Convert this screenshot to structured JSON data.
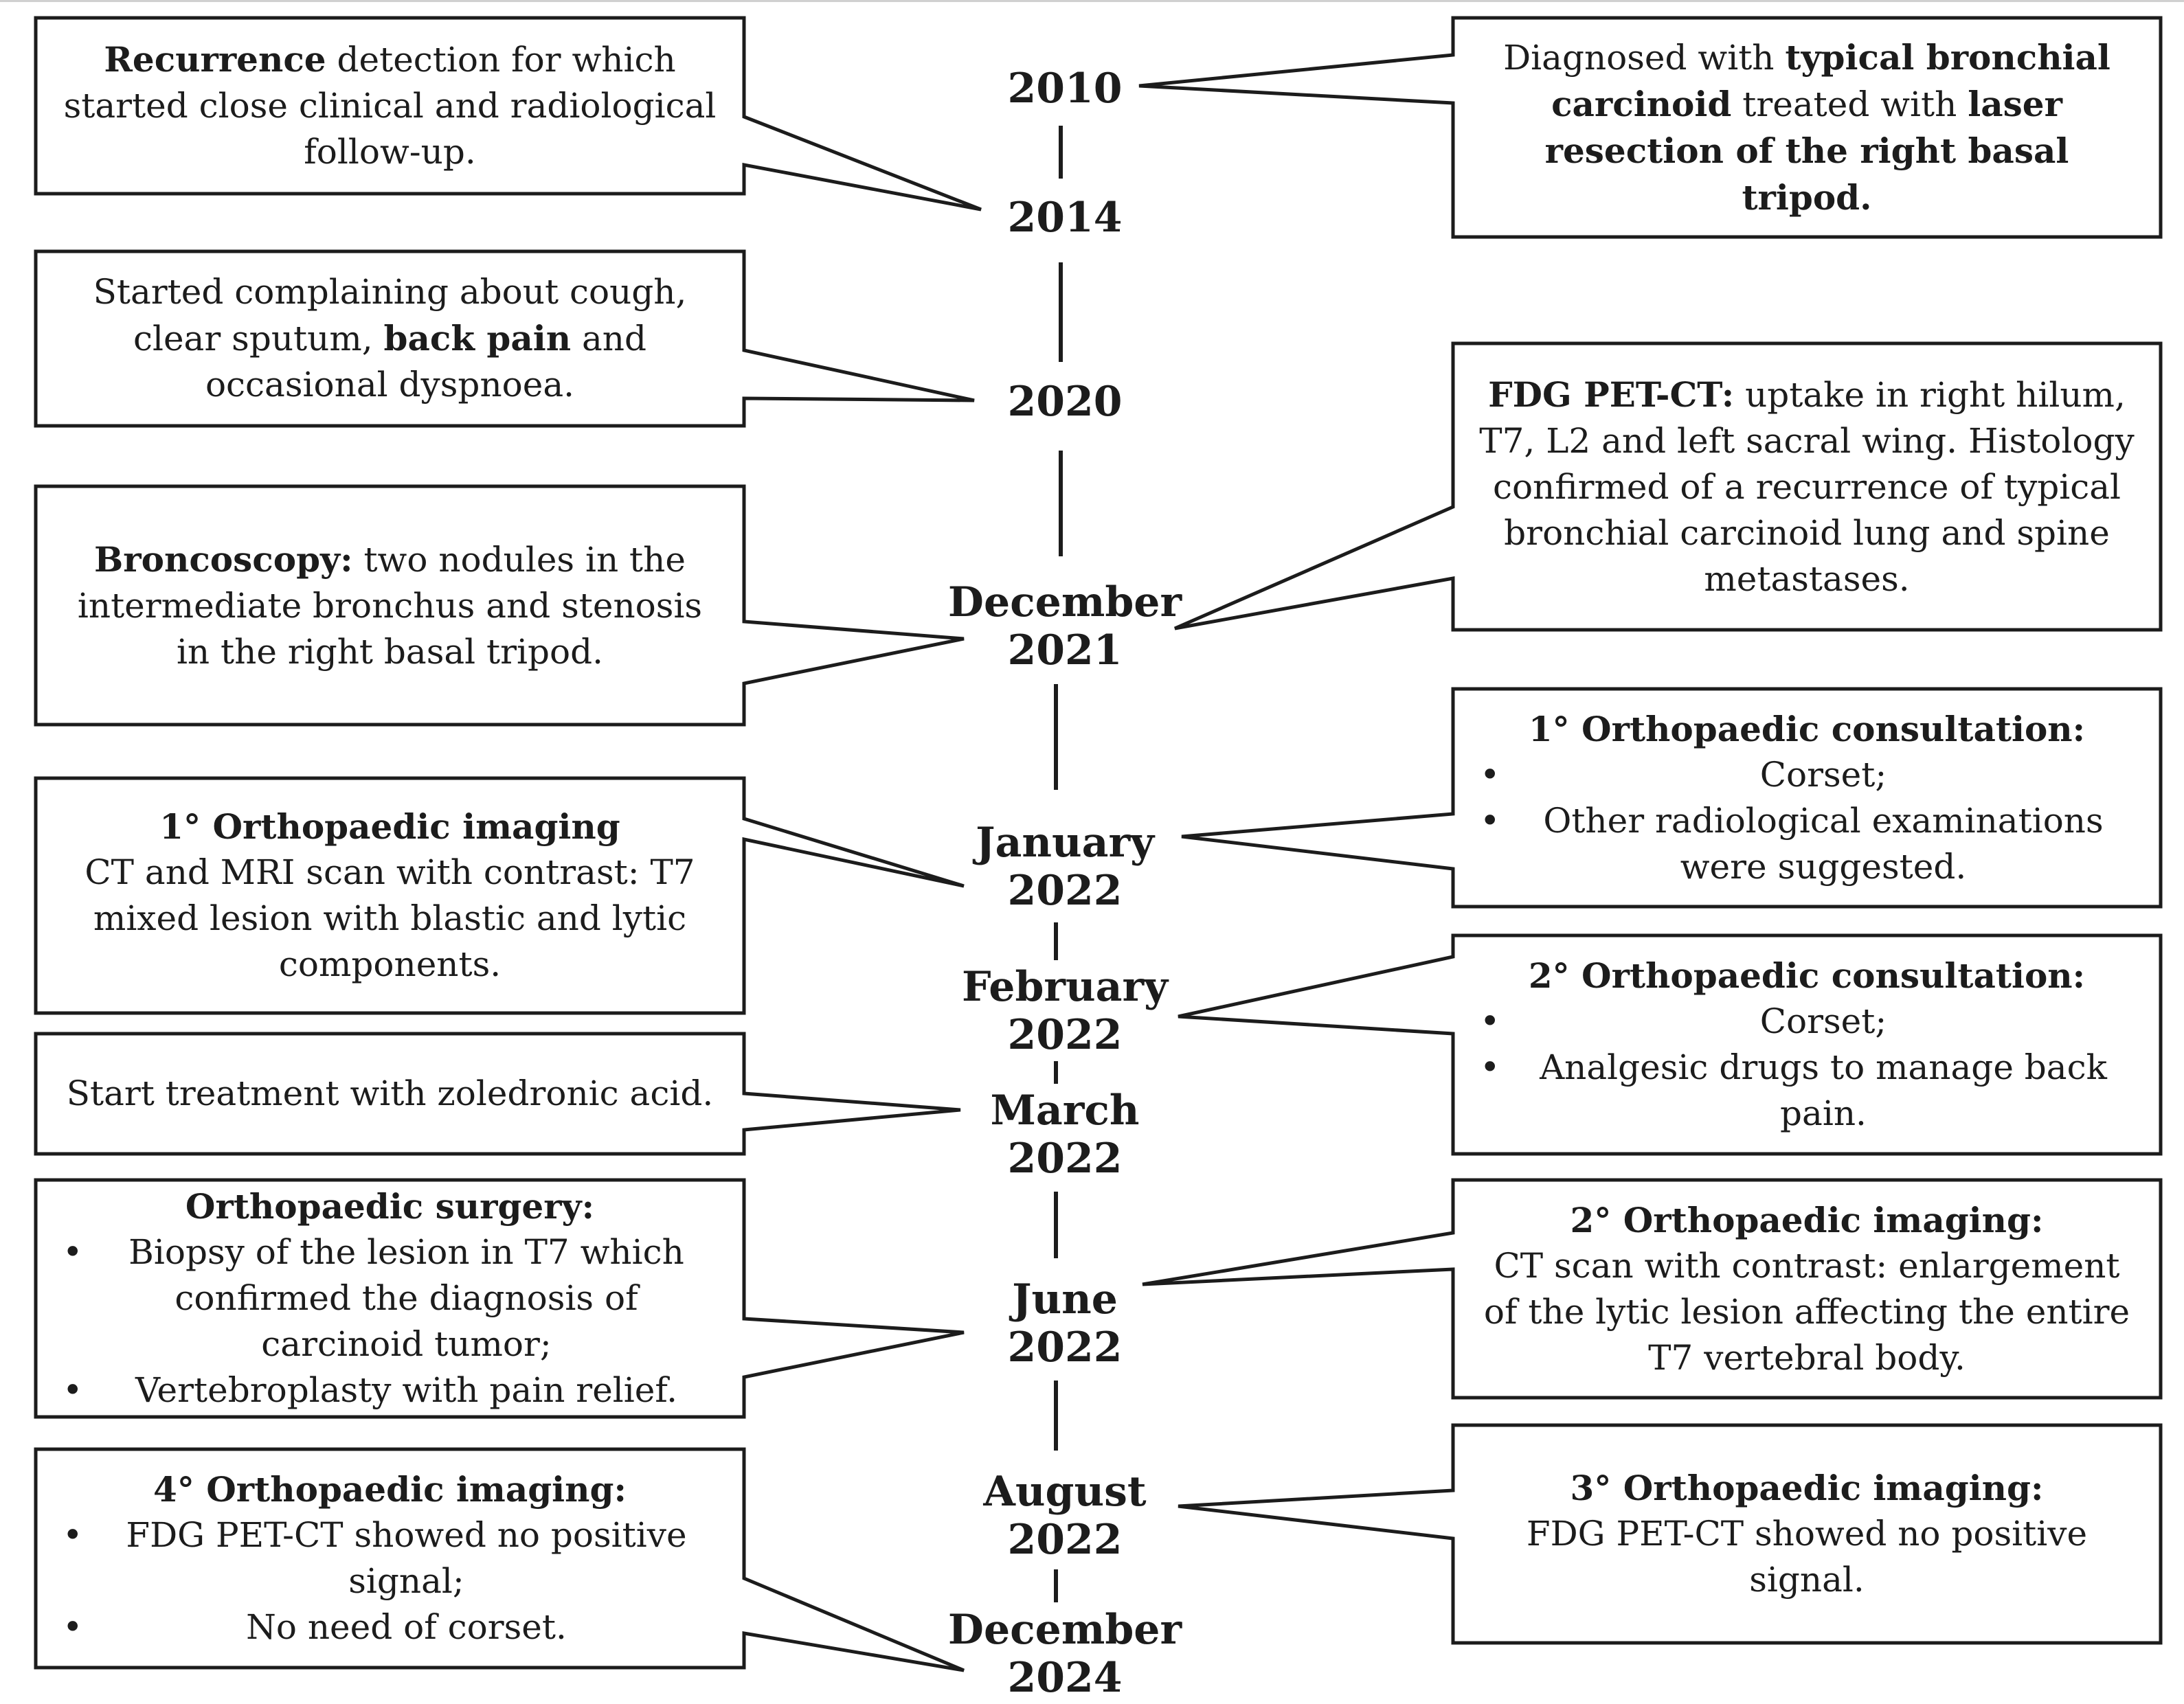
{
  "dates": [
    {
      "lines": [
        "2010"
      ]
    },
    {
      "lines": [
        "2014"
      ]
    },
    {
      "lines": [
        "2020"
      ]
    },
    {
      "lines": [
        "December",
        "2021"
      ]
    },
    {
      "lines": [
        "January",
        "2022"
      ]
    },
    {
      "lines": [
        "February",
        "2022"
      ]
    },
    {
      "lines": [
        "March",
        "2022"
      ]
    },
    {
      "lines": [
        "June",
        "2022"
      ]
    },
    {
      "lines": [
        "August",
        "2022"
      ]
    },
    {
      "lines": [
        "December",
        "2024"
      ]
    }
  ],
  "events": {
    "recurrence_2014": {
      "bold": "Recurrence",
      "text": " detection for which started close clinical and radiological follow-up."
    },
    "diagnosis_2010": {
      "t1": "Diagnosed with ",
      "b1": "typical bronchial carcinoid",
      "t2": " treated with ",
      "b2": "laser resection of the right basal tripod."
    },
    "symptoms_2020": {
      "t1": "Started complaining about cough, clear sputum, ",
      "b1": "back pain",
      "t2": " and occasional dyspnoea."
    },
    "pet_2021": {
      "bold": "FDG PET-CT:",
      "text": " uptake in right hilum, T7, L2 and left sacral wing. Histology confirmed of a recurrence of typical bronchial carcinoid lung and spine metastases."
    },
    "bronchoscopy_2021": {
      "bold": "Broncoscopy:",
      "text": " two nodules in the intermediate bronchus and stenosis in the right basal tripod."
    },
    "ortho_consult_1": {
      "title": "1° Orthopaedic consultation:",
      "items": [
        "Corset;",
        "Other radiological examinations were suggested."
      ]
    },
    "ortho_imaging_1": {
      "title": "1° Orthopaedic imaging",
      "text": "CT and MRI scan with contrast: T7 mixed lesion with blastic and lytic components."
    },
    "ortho_consult_2": {
      "title": "2° Orthopaedic consultation:",
      "items": [
        "Corset;",
        "Analgesic drugs to manage back pain."
      ]
    },
    "zoledronic": {
      "text": "Start treatment with zoledronic acid."
    },
    "surgery": {
      "title": "Orthopaedic surgery:",
      "items": [
        "Biopsy of the lesion in T7 which confirmed the diagnosis of carcinoid tumor;",
        "Vertebroplasty with pain relief."
      ]
    },
    "ortho_imaging_2": {
      "title": "2° Orthopaedic imaging:",
      "text": "CT scan with contrast: enlargement of the lytic lesion affecting the entire T7 vertebral body."
    },
    "ortho_imaging_4": {
      "title": "4° Orthopaedic imaging:",
      "items": [
        "FDG PET-CT showed no positive signal;",
        "No need of corset."
      ]
    },
    "ortho_imaging_3": {
      "title": "3° Orthopaedic imaging:",
      "text": "FDG PET-CT showed no positive signal."
    }
  }
}
